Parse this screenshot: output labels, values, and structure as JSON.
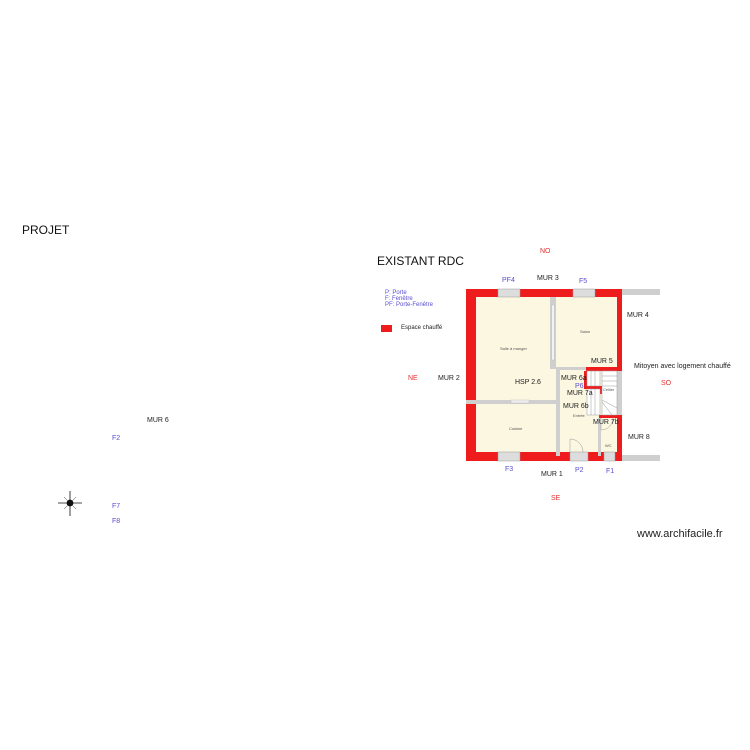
{
  "titles": {
    "projet": "PROJET",
    "existant": "EXISTANT RDC"
  },
  "orientation": {
    "no": "NO",
    "ne": "NE",
    "so": "SO",
    "se": "SE"
  },
  "legend": {
    "p": "P:    Porte",
    "f": "F:    Fenêtre",
    "pf": "PF: Porte-Fenêtre",
    "heated": "Espace chauffé",
    "heated_color": "#ee1c1c"
  },
  "walls": {
    "mur1": "MUR 1",
    "mur2": "MUR 2",
    "mur3": "MUR 3",
    "mur4": "MUR 4",
    "mur5": "MUR 5",
    "mur6": "MUR 6",
    "mur6a": "MUR 6a",
    "mur6b": "MUR 6b",
    "mur7a": "MUR 7a",
    "mur7b": "MUR 7b",
    "mur8": "MUR 8"
  },
  "openings": {
    "pf4": "PF4",
    "f5": "F5",
    "f3": "F3",
    "p2": "P2",
    "f1": "F1",
    "p6": "P6",
    "f2": "F2",
    "f7": "F7",
    "f8": "F8"
  },
  "rooms": {
    "salle": "Salle à manger",
    "salon": "Salon",
    "cuisine": "Cuisine",
    "entree": "Entrée",
    "wc": "WC",
    "cellier": "Cellier"
  },
  "hsp": "HSP 2.6",
  "mitoyen": "Mitoyen avec logement chauffé",
  "watermark": "www.archifacile.fr",
  "colors": {
    "wall_red": "#ee1c1c",
    "floor": "#fbf7e1",
    "partition": "#c8c8c8"
  }
}
